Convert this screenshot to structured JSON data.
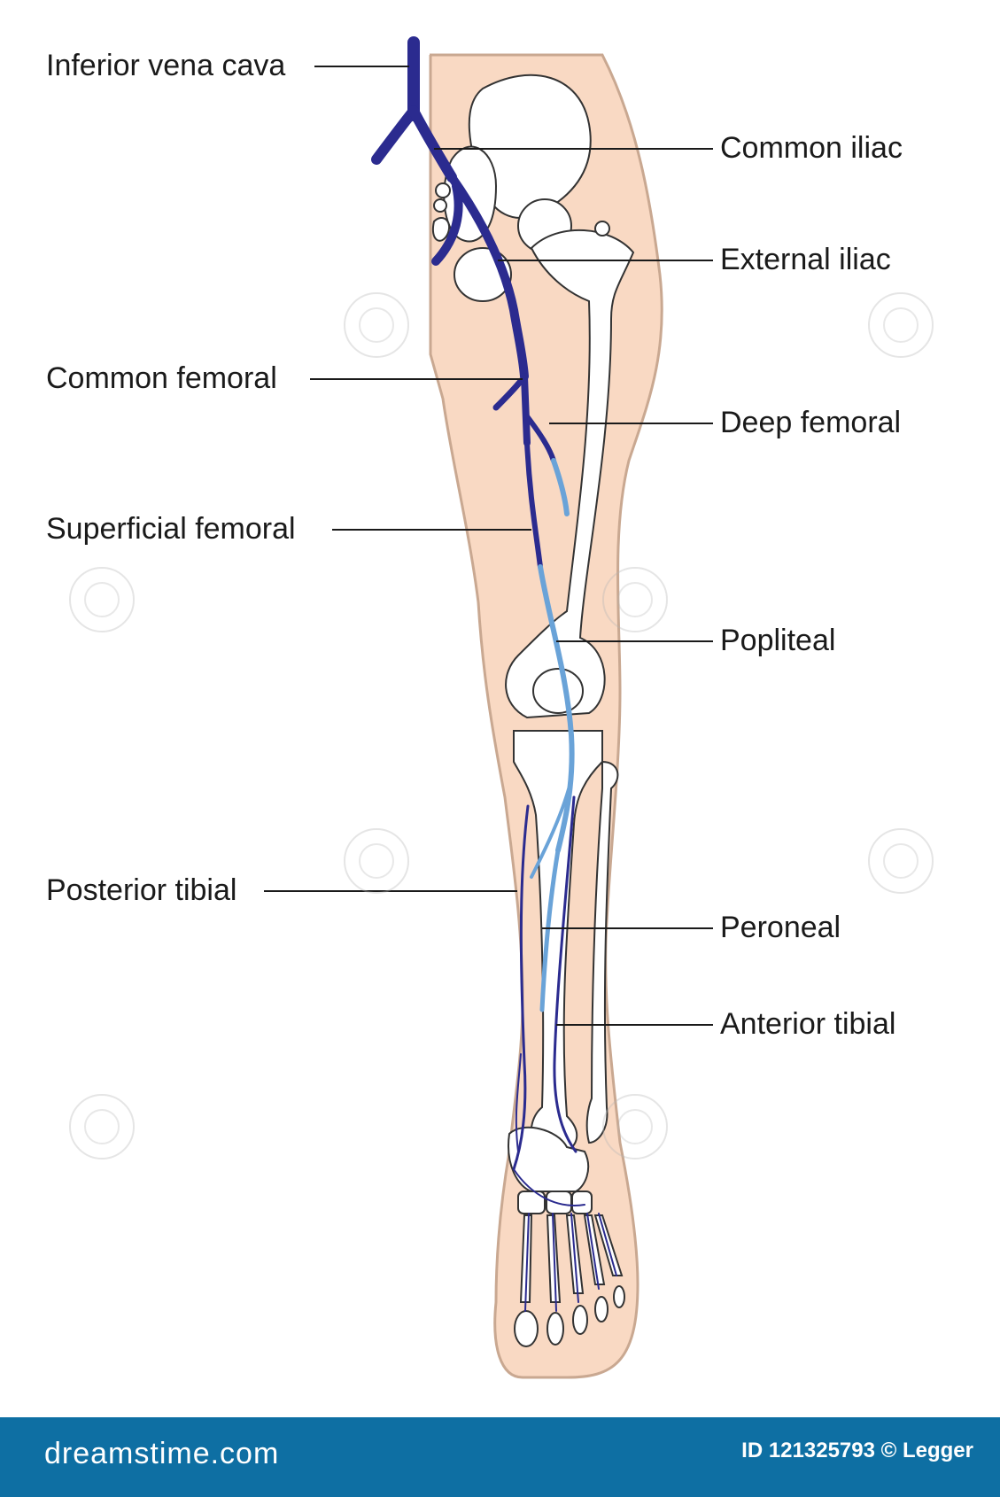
{
  "labels": {
    "inferior_vena_cava": "Inferior vena cava",
    "common_iliac": "Common iliac",
    "external_iliac": "External iliac",
    "common_femoral": "Common femoral",
    "deep_femoral": "Deep femoral",
    "superficial_femoral": "Superficial femoral",
    "popliteal": "Popliteal",
    "posterior_tibial": "Posterior tibial",
    "peroneal": "Peroneal",
    "anterior_tibial": "Anterior tibial"
  },
  "footer": {
    "brand": "dreamstime.com",
    "credit": "ID 121325793 © Legger"
  },
  "colors": {
    "skin": "#f9d9c3",
    "skin_outline": "#c9a891",
    "vein_dark": "#2b2b8f",
    "vein_light": "#6aa3d8",
    "footer_bg": "#0e6fa3"
  }
}
